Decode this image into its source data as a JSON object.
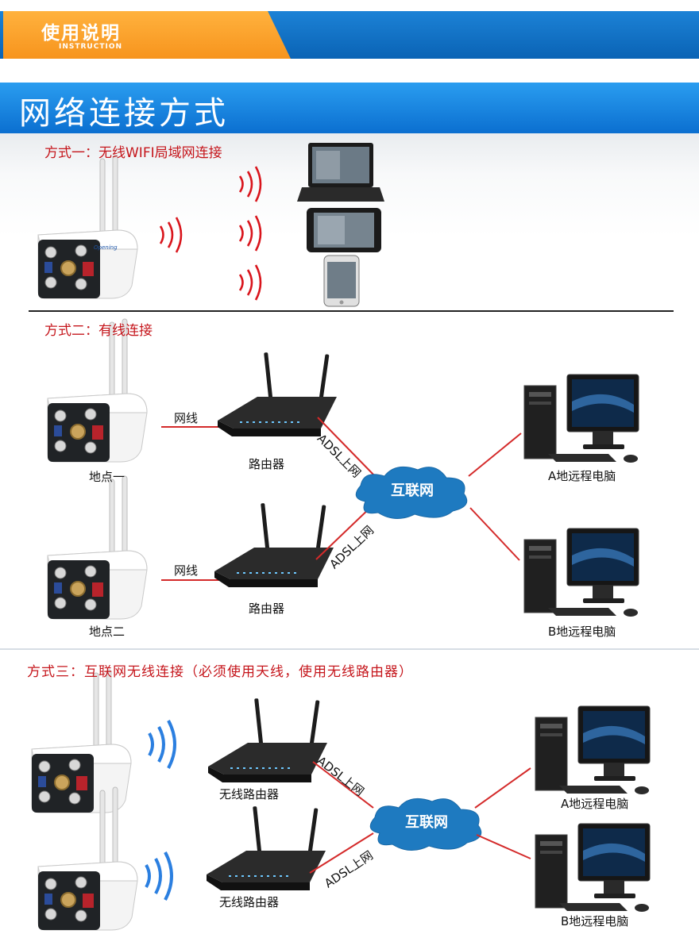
{
  "header": {
    "title": "使用说明",
    "subtitle": "INSTRUCTION",
    "colors": {
      "tab": "#f7941d",
      "band": "#0a63b5"
    }
  },
  "banner": {
    "title": "网络连接方式",
    "color": "#1c82d6"
  },
  "method1": {
    "title": "方式一：无线WIFI局域网连接",
    "devices": [
      "laptop-icon",
      "tablet-icon",
      "phone-icon"
    ]
  },
  "method2": {
    "title": "方式二：有线连接",
    "sites": [
      {
        "camera_label": "地点一",
        "link_label": "网线",
        "router_label": "路由器",
        "uplink_label": "ADSL上网"
      },
      {
        "camera_label": "地点二",
        "link_label": "网线",
        "router_label": "路由器",
        "uplink_label": "ADSL上网"
      }
    ],
    "cloud_label": "互联网",
    "computers": [
      "A地远程电脑",
      "B地远程电脑"
    ]
  },
  "method3": {
    "title": "方式三：互联网无线连接（必须使用天线，使用无线路由器）",
    "routers": [
      {
        "router_label": "无线路由器",
        "uplink_label": "ADSL上网"
      },
      {
        "router_label": "无线路由器",
        "uplink_label": "ADSL上网"
      }
    ],
    "cloud_label": "互联网",
    "computers": [
      "A地远程电脑",
      "B地远程电脑"
    ]
  },
  "camera_brand": "Opening",
  "colors": {
    "link_line": "#d42a2a",
    "wifi_red": "#d9151c",
    "wifi_blue": "#2b7fe0",
    "cloud": "#1e7ac0"
  }
}
